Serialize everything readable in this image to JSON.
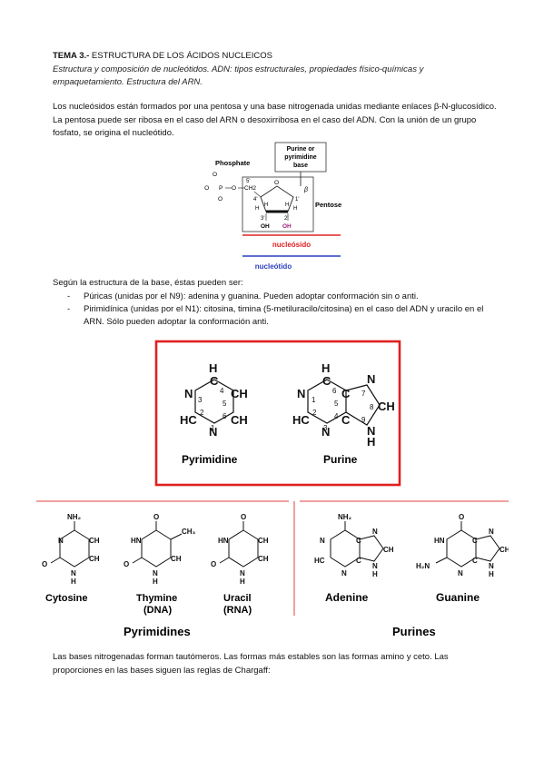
{
  "heading": {
    "number": "TEMA 3.-",
    "title": " ESTRUCTURA DE LOS ÁCIDOS NUCLEICOS"
  },
  "subtitle": "Estructura y composición de nucleótidos. ADN: tipos estructurales, propiedades físico-químicas y empaquetamiento. Estructura del ARN.",
  "paragraph1": "Los nucleósidos están formados por una pentosa y una base nitrogenada unidas mediante enlaces β-N-glucosídico. La pentosa puede ser ribosa en el caso del ARN o desoxirribosa en el caso del ADN. Con la unión de un grupo fosfato, se origina el nucleótido.",
  "nucleotide_figure": {
    "phosphate_label": "Phosphate",
    "base_label_line1": "Purine  or",
    "base_label_line2": "pyrimidine",
    "base_label_line3": "base",
    "pentose_label": "Pentose",
    "nucleosido_label": "nucleósido",
    "nucleotido_label": "nucleótido",
    "beta": "β",
    "pos_5p": "5'",
    "pos_4p": "4'",
    "pos_3p": "3'",
    "pos_2p": "2'",
    "pos_1p": "1'",
    "oh": "OH",
    "o": "O",
    "p": "P",
    "ch2": "CH2",
    "h": "H",
    "o_minus": "-O",
    "colors": {
      "nucleosido_line": "#e02020",
      "nucleotido_line": "#2a3fbf",
      "nucleosido_text": "#e02020",
      "nucleotido_text": "#2a3fbf",
      "oh_accent": "#a0207a"
    }
  },
  "paragraph2": "Según la estructura de la base, éstas pueden ser:",
  "bullets": [
    "Púricas (unidas por el N9): adenina y guanina. Pueden adoptar conformación sin o anti.",
    "Pirimidínica (unidas por el N1): citosina, timina (5-metiluracilo/citosina) en el caso del ADN y uracilo en el ARN. Sólo pueden adoptar la conformación anti."
  ],
  "ring_figure": {
    "pyrimidine_label": "Pyrimidine",
    "purine_label": "Purine",
    "border_color": "#e02020"
  },
  "bases_figure": {
    "cytosine": "Cytosine",
    "thymine": "Thymine",
    "thymine_sub": "(DNA)",
    "uracil": "Uracil",
    "uracil_sub": "(RNA)",
    "adenine": "Adenine",
    "guanine": "Guanine",
    "pyrimidines": "Pyrimidines",
    "purines": "Purines",
    "divider_color": "#e04040"
  },
  "paragraph3": "Las bases nitrogenadas forman tautómeros. Las formas más estables son las formas amino y ceto. Las proporciones en las bases siguen las reglas de Chargaff:"
}
